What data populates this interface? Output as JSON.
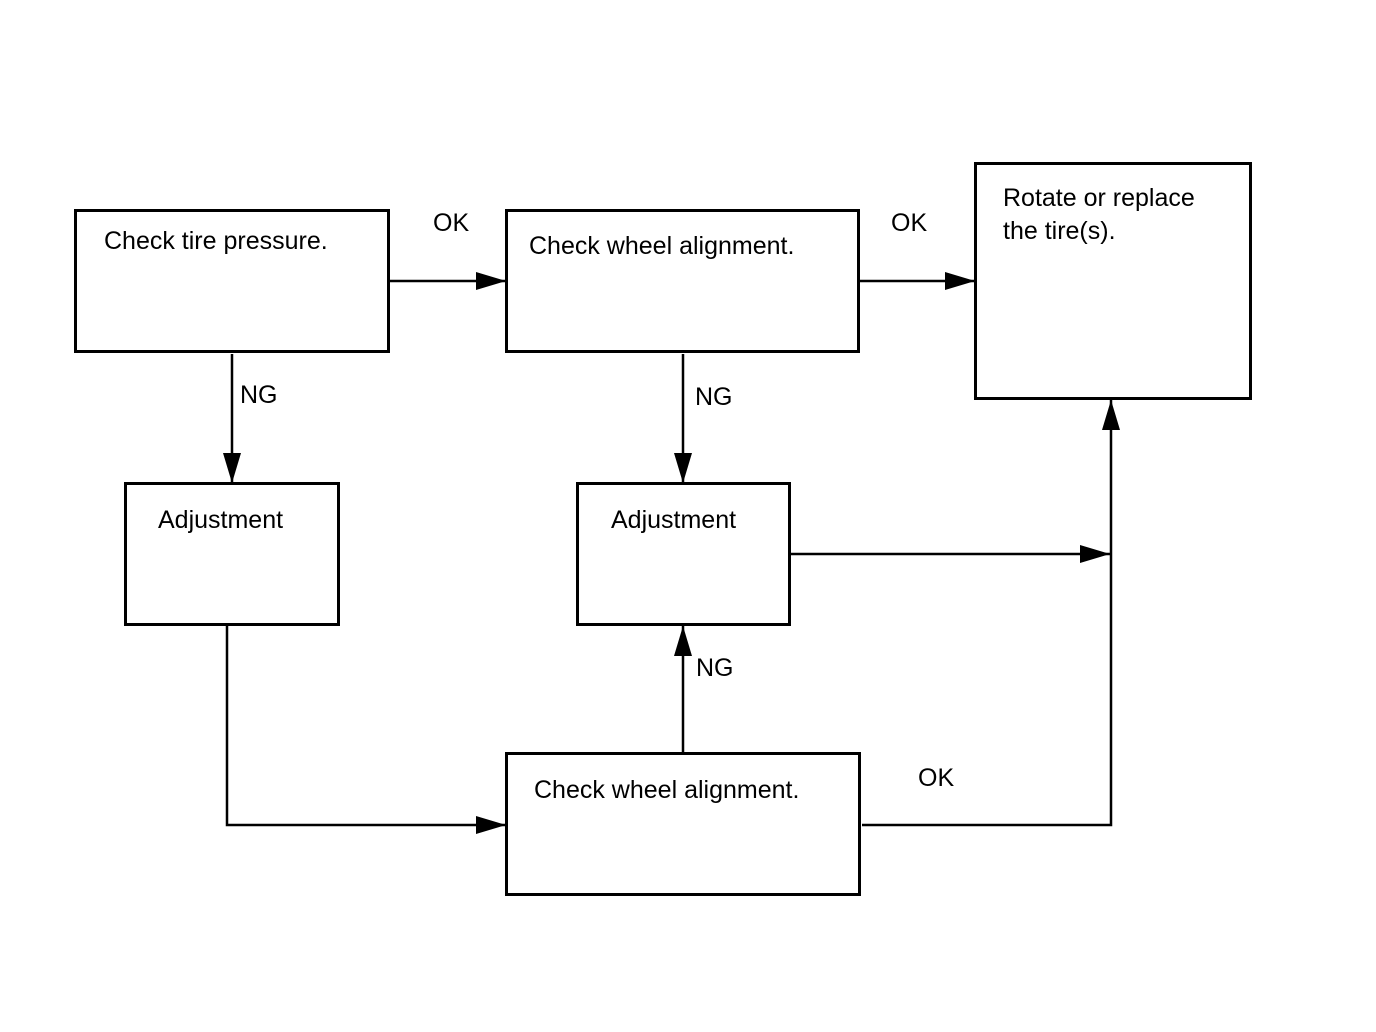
{
  "colors": {
    "stroke": "#000000",
    "background": "#ffffff"
  },
  "nodes": {
    "check_tire_pressure": "Check tire pressure.",
    "check_wheel_alignment_top": "Check wheel alignment.",
    "rotate_replace": "Rotate or replace\nthe tire(s).",
    "adjustment_left": "Adjustment",
    "adjustment_middle": "Adjustment",
    "check_wheel_alignment_bottom": "Check wheel alignment."
  },
  "edges": {
    "tire_to_alignment": "OK",
    "alignment_to_rotate": "OK",
    "tire_to_adjustment": "NG",
    "alignment_to_adjustment": "NG",
    "bottom_alignment_to_adjustment": "NG",
    "bottom_alignment_to_rotate": "OK"
  }
}
